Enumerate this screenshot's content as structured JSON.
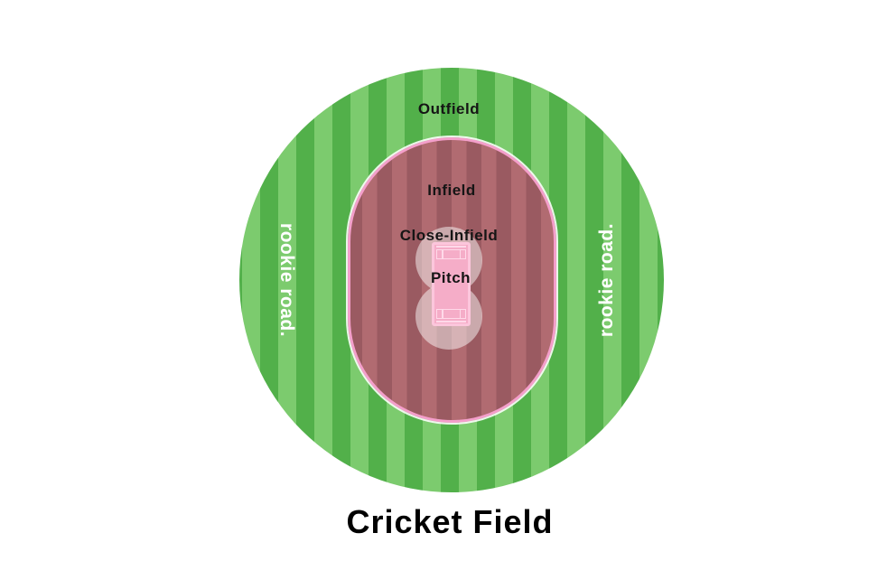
{
  "title": "Cricket Field",
  "watermark": {
    "text": "rookie road."
  },
  "labels": {
    "outfield": "Outfield",
    "infield": "Infield",
    "close_infield": "Close-Infield",
    "pitch": "Pitch"
  },
  "colors": {
    "outfield-light": "#7ccb6e",
    "outfield-dark": "#52b04a",
    "infield-light": "#b16b71",
    "infield-dark": "#9a5a61",
    "infield-border": "#f49fcb",
    "close-infield-overlay": "rgba(255,255,255,0.48)",
    "pitch-fill": "#f5adc8",
    "pitch-border": "#fcc6dc",
    "crease-line": "#ffd9e9",
    "label-text": "#151515",
    "title-text": "#000000",
    "watermark-text": "#ffffff"
  }
}
